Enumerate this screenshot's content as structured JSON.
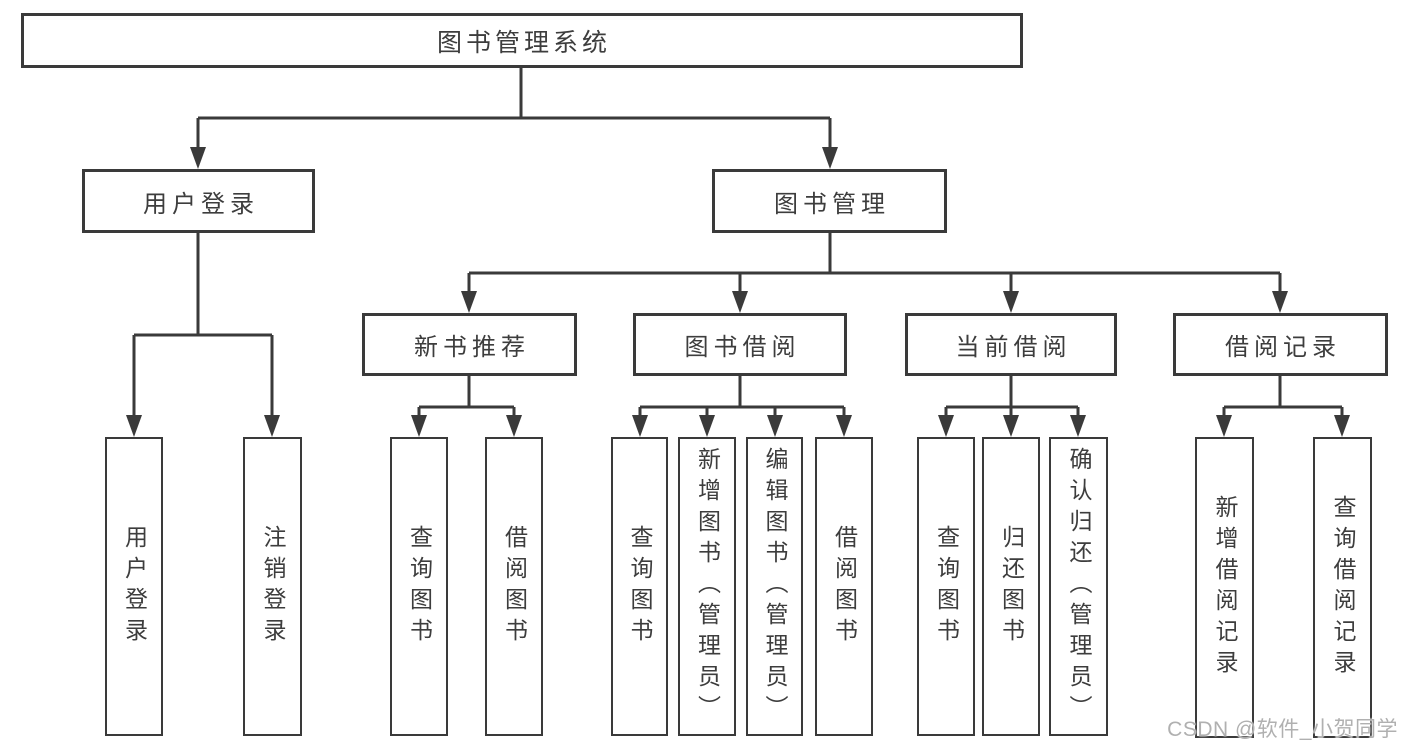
{
  "colors": {
    "line": "#3a3a3a",
    "text": "#3d3d3d",
    "watermark": "#b0b0b0",
    "bg": "#ffffff"
  },
  "watermark": {
    "text": "CSDN @软件_小贺同学"
  },
  "tree": {
    "root": {
      "label": "图书管理系统"
    },
    "children": [
      {
        "label": "用户登录",
        "children": [
          {
            "label": "用户登录"
          },
          {
            "label": "注销登录"
          }
        ]
      },
      {
        "label": "图书管理",
        "children": [
          {
            "label": "新书推荐",
            "children": [
              {
                "label": "查询图书"
              },
              {
                "label": "借阅图书"
              }
            ]
          },
          {
            "label": "图书借阅",
            "children": [
              {
                "label": "查询图书"
              },
              {
                "label": "新增图书（管理员）"
              },
              {
                "label": "编辑图书（管理员）"
              },
              {
                "label": "借阅图书"
              }
            ]
          },
          {
            "label": "当前借阅",
            "children": [
              {
                "label": "查询图书"
              },
              {
                "label": "归还图书"
              },
              {
                "label": "确认归还（管理员）"
              }
            ]
          },
          {
            "label": "借阅记录",
            "children": [
              {
                "label": "新增借阅记录"
              },
              {
                "label": "查询借阅记录"
              }
            ]
          }
        ]
      }
    ]
  }
}
